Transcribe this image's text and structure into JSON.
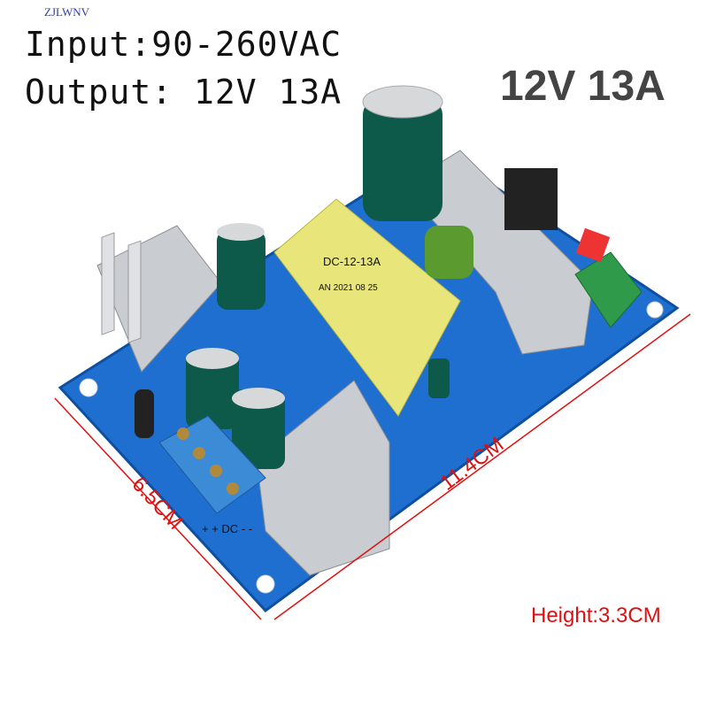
{
  "specs": {
    "input": "Input:90-260VAC",
    "output": "Output: 12V 13A"
  },
  "watermark": "ZJLWNV",
  "headline": "12V 13A",
  "dimensions": {
    "width": "6.5CM",
    "length": "11.4CM",
    "height": "Height:3.3CM"
  },
  "transformer_label": {
    "model": "DC-12-13A",
    "date": "AN 2021 08 25"
  },
  "terminal_label": "+ + DC - -",
  "colors": {
    "pcb": "#1f6fd1",
    "dimension": "#e01010",
    "transformer": "#e8e67a",
    "capacitor": "#0e5a4a",
    "heatsink": "#c9ccd0"
  }
}
